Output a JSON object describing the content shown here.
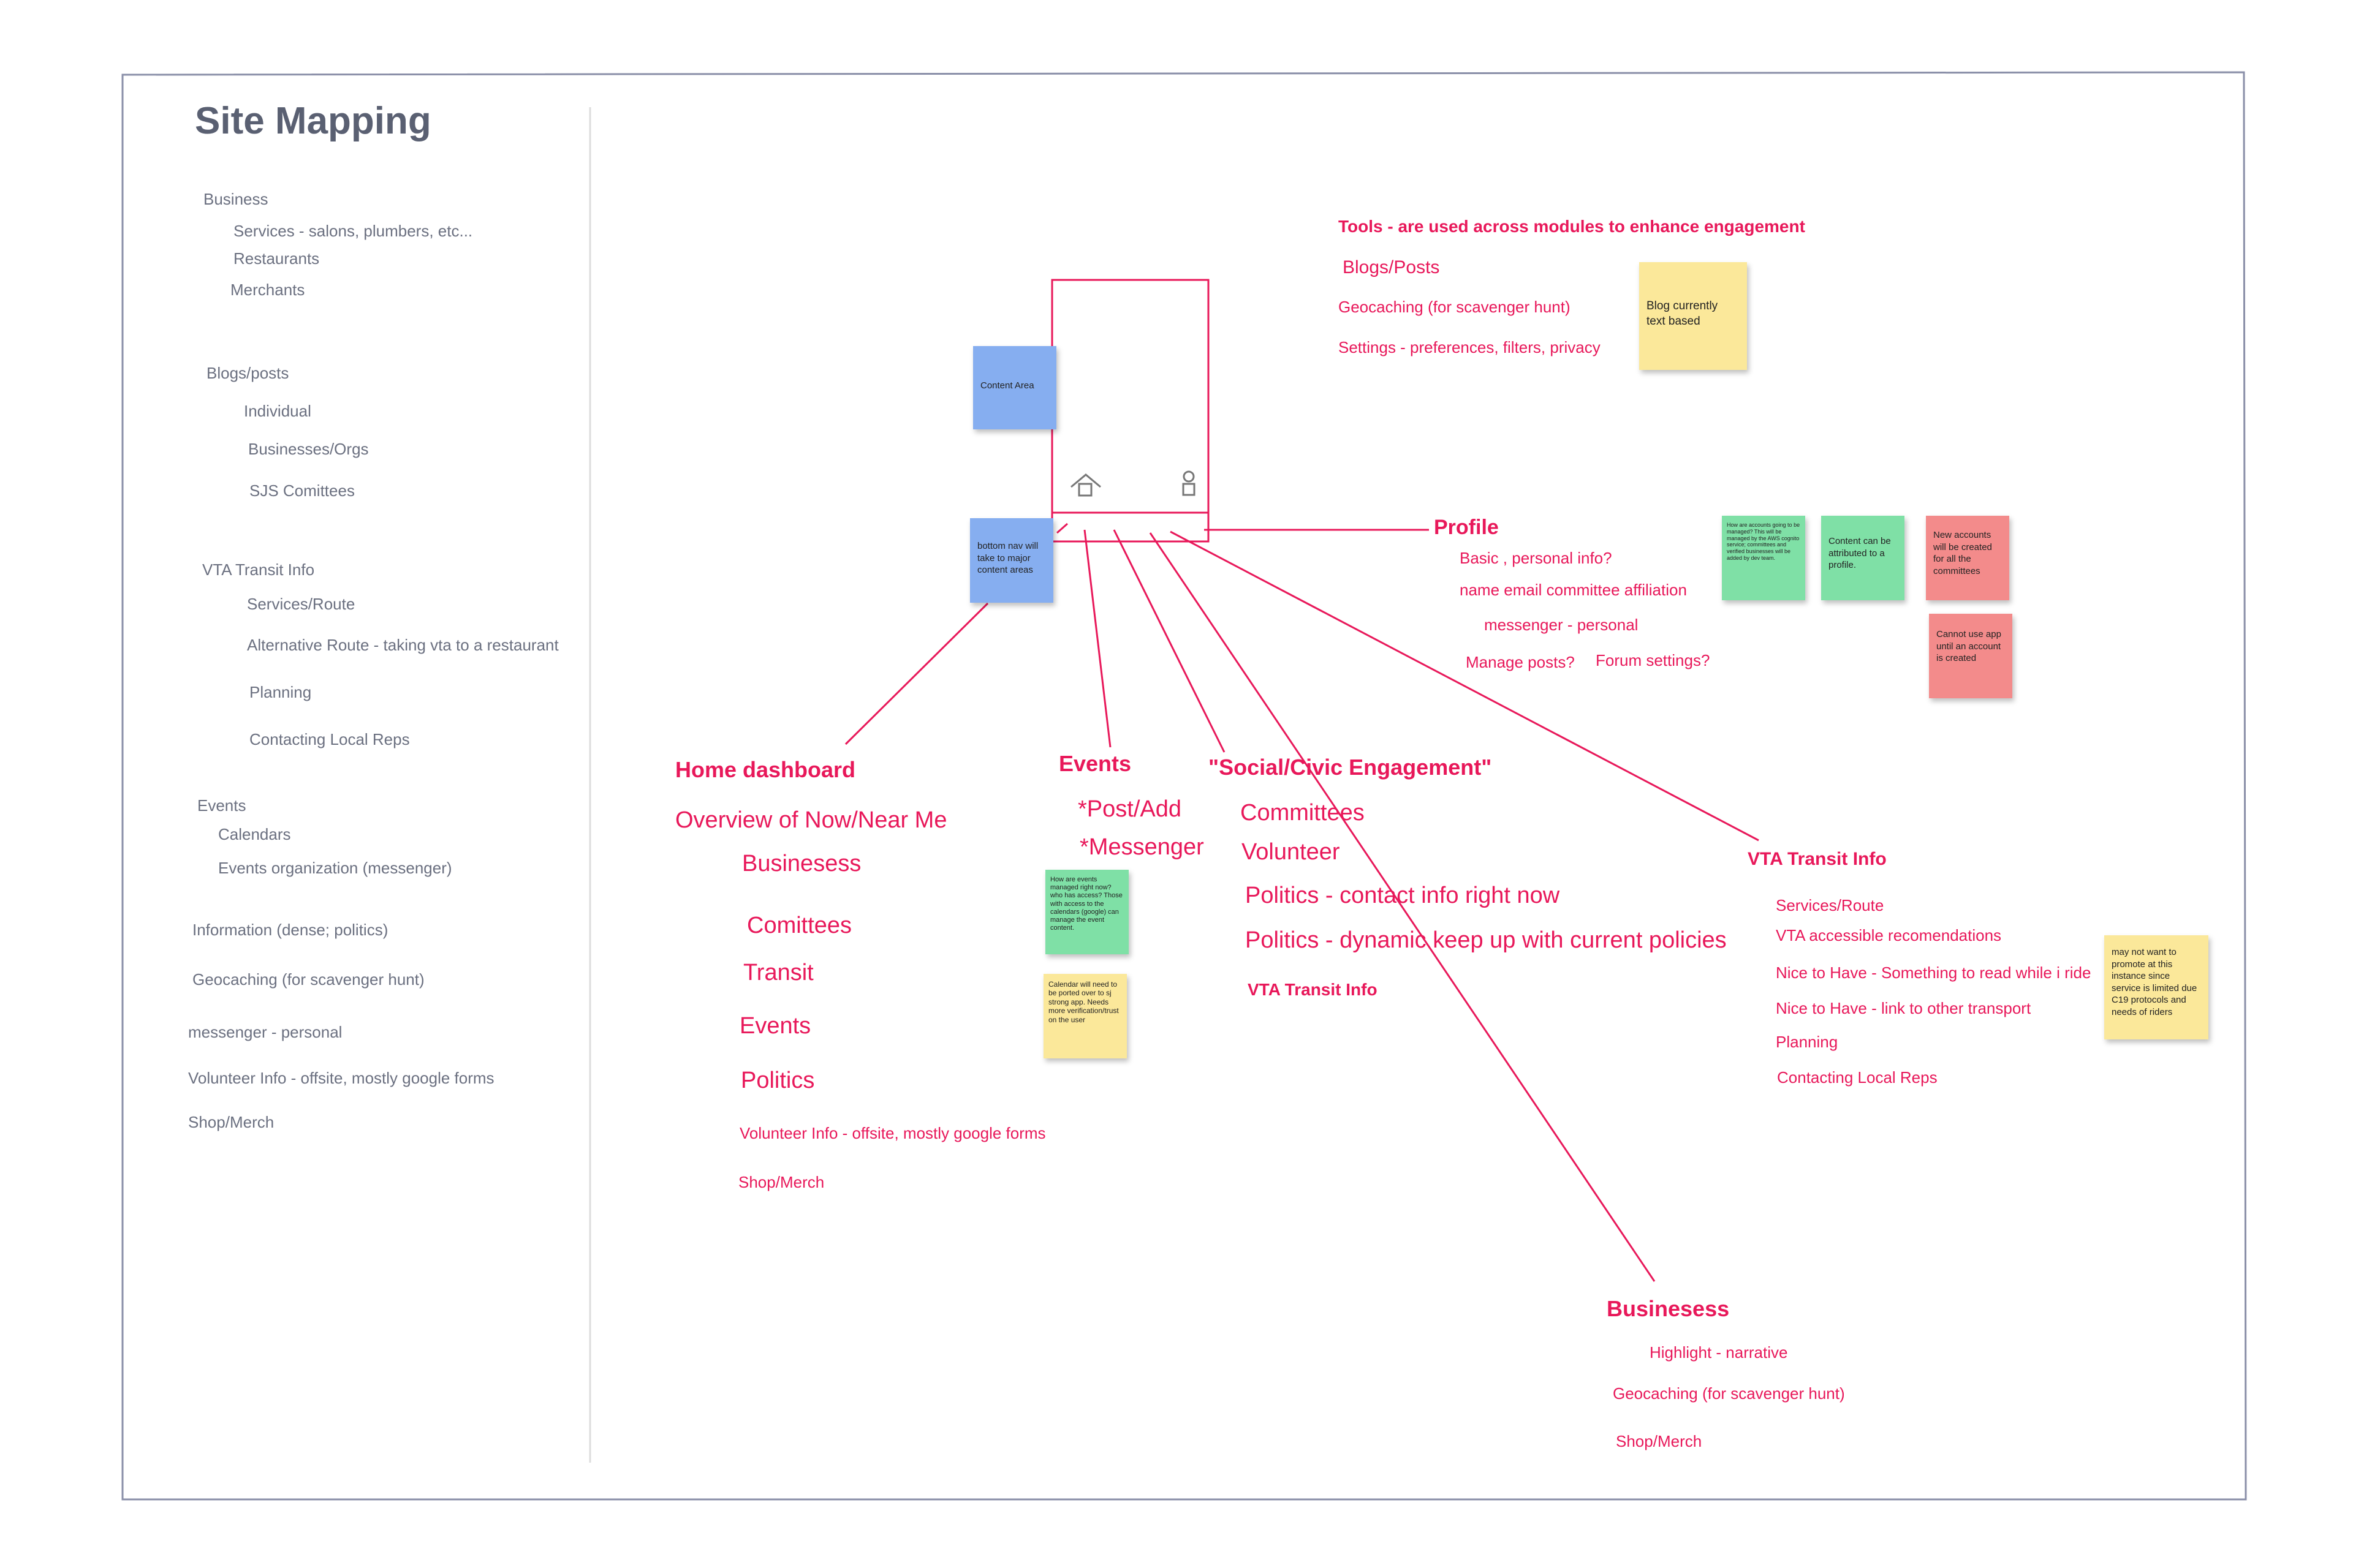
{
  "title": "Site Mapping",
  "sidebar": {
    "business": "Business",
    "services": "Services - salons, plumbers, etc...",
    "restaurants": "Restaurants",
    "merchants": "Merchants",
    "blogs": "Blogs/posts",
    "individual": "Individual",
    "businesses_orgs": "Businesses/Orgs",
    "sjs_comittees": "SJS Comittees",
    "vta": "VTA Transit Info",
    "services_route": "Services/Route",
    "alt_route": "Alternative Route - taking vta to a restaurant",
    "planning": "Planning",
    "contacting": "Contacting Local Reps",
    "events": "Events",
    "calendars": "Calendars",
    "events_org": "Events organization (messenger)",
    "information": "Information (dense; politics)",
    "geocaching": "Geocaching (for scavenger hunt)",
    "messenger": "messenger - personal",
    "volunteer": "Volunteer Info - offsite, mostly google forms",
    "shop": "Shop/Merch"
  },
  "tools": {
    "heading": "Tools - are used across modules to enhance engagement",
    "blogs": "Blogs/Posts",
    "geocaching": "Geocaching (for scavenger hunt)",
    "settings": "Settings - preferences, filters, privacy"
  },
  "profile": {
    "heading": "Profile",
    "basic": "Basic , personal info?",
    "name": "name email committee affiliation",
    "messenger": "messenger - personal",
    "manage": "Manage posts?",
    "forum": "Forum settings?"
  },
  "home": {
    "heading": "Home dashboard",
    "overview": "Overview of Now/Near Me",
    "businesess": "Businesess",
    "comittees": "Comittees",
    "transit": "Transit",
    "events": "Events",
    "politics": "Politics",
    "volunteer": "Volunteer Info - offsite, mostly google forms",
    "shop": "Shop/Merch"
  },
  "events": {
    "heading": "Events",
    "post": "*Post/Add",
    "messenger": "*Messenger"
  },
  "social": {
    "heading": "\"Social/Civic Engagement\"",
    "committees": "Committees",
    "volunteer": "Volunteer",
    "politics_contact": "Politics - contact info right now",
    "politics_dynamic": "Politics - dynamic keep up with current policies",
    "vta": "VTA Transit Info"
  },
  "vta": {
    "heading": "VTA Transit Info",
    "services": "Services/Route",
    "accessible": "VTA accessible recomendations",
    "nice_read": "Nice to Have - Something to read while i ride",
    "nice_link": "Nice to Have - link to other transport",
    "planning": "Planning",
    "contacting": "Contacting Local Reps"
  },
  "biz": {
    "heading": "Businesess",
    "highlight": "Highlight - narrative",
    "geocaching": "Geocaching (for scavenger hunt)",
    "shop": "Shop/Merch"
  },
  "stickies": {
    "content_area": "Content Area",
    "bottom_nav": "bottom nav will take to major content areas",
    "blog_text": "Blog currently text based",
    "accounts": "How are accounts going to be managed? This will be managed by the AWS cognito service; committees and verified businesses will be added by dev team.",
    "attributed": "Content can be attributed to a profile.",
    "new_accounts": "New accounts will be created for all the committees",
    "cannot_use": "Cannot use app until an account is created",
    "events_managed": "How are events managed right now? who has access? Those with access to the calendars (google) can manage the event content.",
    "calendar": "Calendar will need to be ported over to sj strong app. Needs more verification/trust on the user",
    "vta_note": "may not want to promote at this instance since service is limited due C19 protocols and needs of riders"
  },
  "icons": [
    "home-icon",
    "person-icon"
  ],
  "colors": {
    "accent": "#e8185a",
    "sidebar_text": "#6b7080",
    "sticky_blue": "#86aef0",
    "sticky_yellow": "#fbe89a",
    "sticky_green": "#7fe0a6",
    "sticky_red": "#f38b8b"
  }
}
